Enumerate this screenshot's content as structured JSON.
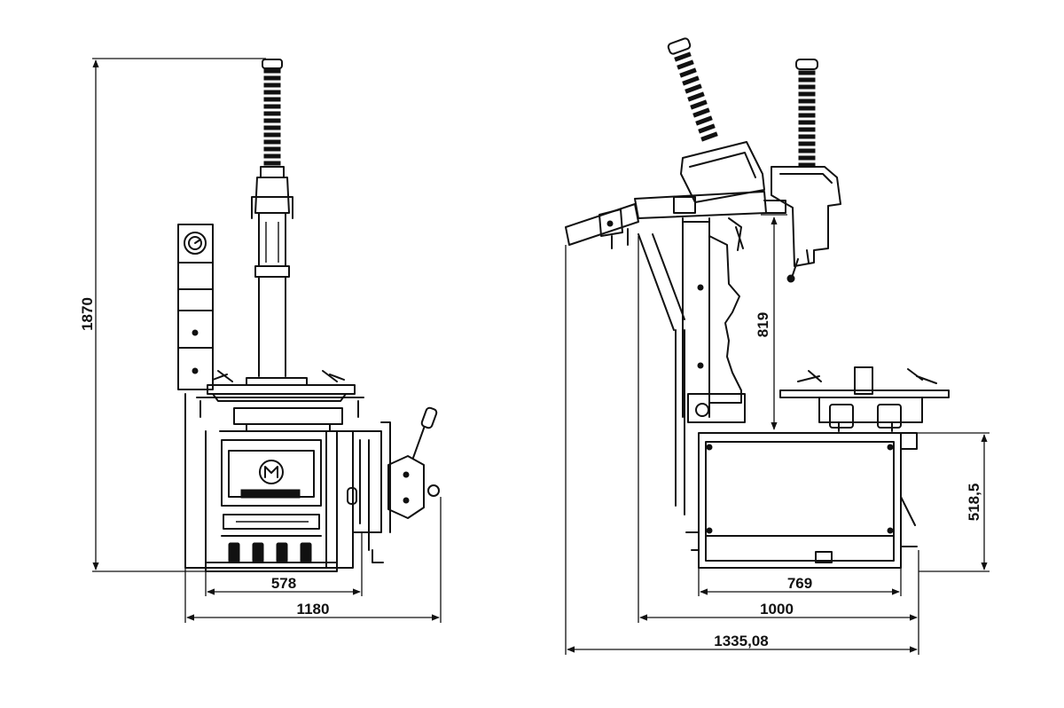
{
  "colors": {
    "line": "#111111",
    "background": "#ffffff"
  },
  "dimensions": {
    "front_height": "1870",
    "front_base_width": "578",
    "front_overall_width": "1180",
    "side_column_height": "819",
    "side_cabinet_height": "518,5",
    "side_cabinet_width": "769",
    "side_depth": "1000",
    "side_overall_depth": "1335,08"
  }
}
